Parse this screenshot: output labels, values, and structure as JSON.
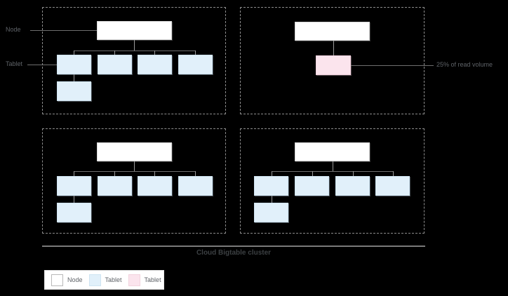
{
  "diagram": {
    "title": "Cloud Bigtable cluster",
    "colors": {
      "node_fill": "#ffffff",
      "tablet_fill": "#e1f0fa",
      "tablet_hot_fill": "#fbe4ed",
      "group_border": "#8c8c8c",
      "connector": "#6e6e6e",
      "text": "#5f6368"
    },
    "annotations": {
      "node_label": "Node",
      "tablet_label": "Tablet",
      "read_volume_label": "25% of read volume"
    },
    "groups": [
      {
        "id": "node-group-1",
        "node": {
          "label": ""
        },
        "tablets_row1": [
          "",
          "",
          "",
          ""
        ],
        "tablets_row2": [
          ""
        ]
      },
      {
        "id": "node-group-2",
        "node": {
          "label": ""
        },
        "tablets_row1": [
          ""
        ],
        "tablets_row2": []
      },
      {
        "id": "node-group-3",
        "node": {
          "label": ""
        },
        "tablets_row1": [
          "",
          "",
          "",
          ""
        ],
        "tablets_row2": [
          ""
        ]
      },
      {
        "id": "node-group-4",
        "node": {
          "label": ""
        },
        "tablets_row1": [
          "",
          "",
          "",
          ""
        ],
        "tablets_row2": [
          ""
        ]
      }
    ],
    "legend": {
      "items": [
        {
          "swatch": "node-swatch",
          "label": "Node"
        },
        {
          "swatch": "tablet-swatch",
          "label": "Tablet"
        },
        {
          "swatch": "tablet-hot-swatch",
          "label": "Tablet"
        }
      ]
    }
  }
}
